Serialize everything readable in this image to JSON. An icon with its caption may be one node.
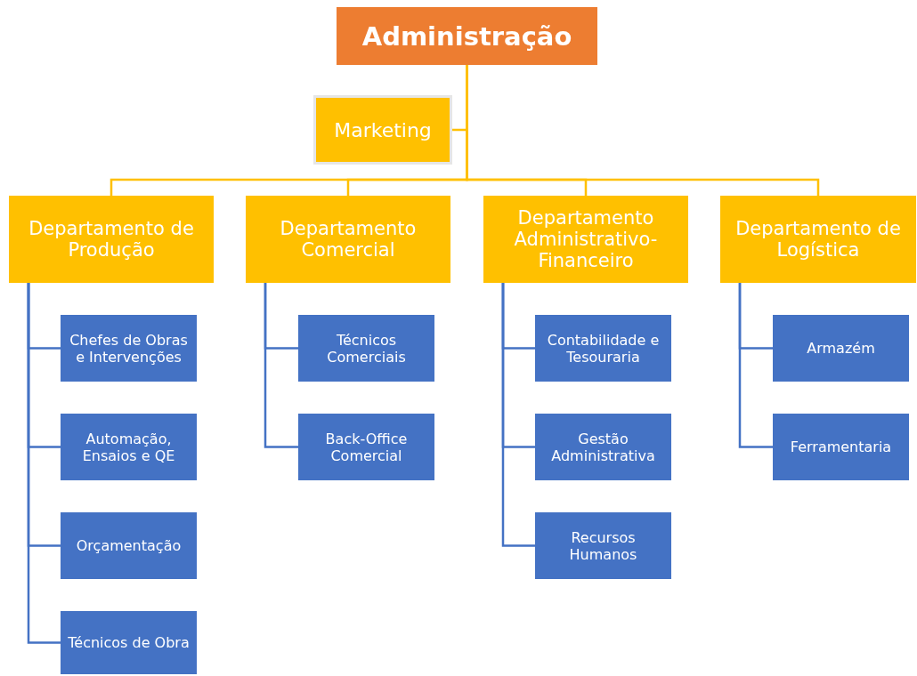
{
  "diagram": {
    "nodes": [
      {
        "text": [
          "Administração"
        ]
      },
      {
        "text": [
          "Marketing"
        ]
      },
      {
        "text": [
          "Departamento de Produção"
        ]
      },
      {
        "text": [
          "Departamento Comercial"
        ]
      },
      {
        "text": [
          "Departamento Administrativo-Financeiro"
        ]
      },
      {
        "text": [
          "Departamento de Logística"
        ]
      },
      {
        "text": [
          "Chefes de Obras e Intervenções"
        ]
      },
      {
        "text": [
          "Automação, Ensaios e QE"
        ]
      },
      {
        "text": [
          "Orçamentação"
        ]
      },
      {
        "text": [
          "Técnicos de Obra"
        ]
      },
      {
        "text": [
          "Técnicos Comerciais"
        ]
      },
      {
        "text": [
          "Back-Office Comercial"
        ]
      },
      {
        "text": [
          "Contabilidade e Tesouraria"
        ]
      },
      {
        "text": [
          "Gestão Administrativa"
        ]
      },
      {
        "text": [
          "Recursos Humanos"
        ]
      },
      {
        "text": [
          "Armazém"
        ]
      },
      {
        "text": [
          "Ferramentaria"
        ]
      }
    ],
    "edges": [
      {
        "from": 0,
        "to": 1,
        "arrow": "none",
        "color": "#ffc000"
      },
      {
        "from": 0,
        "to": 2,
        "arrow": "none",
        "color": "#ffc000"
      },
      {
        "from": 0,
        "to": 3,
        "arrow": "none",
        "color": "#ffc000"
      },
      {
        "from": 0,
        "to": 4,
        "arrow": "none",
        "color": "#ffc000"
      },
      {
        "from": 0,
        "to": 5,
        "arrow": "none",
        "color": "#ffc000"
      },
      {
        "from": 2,
        "to": 6,
        "arrow": "none"
      },
      {
        "from": 2,
        "to": 7,
        "arrow": "none"
      },
      {
        "from": 2,
        "to": 8,
        "arrow": "none"
      },
      {
        "from": 2,
        "to": 9,
        "arrow": "none"
      },
      {
        "from": 3,
        "to": 10,
        "arrow": "none"
      },
      {
        "from": 3,
        "to": 11,
        "arrow": "none"
      },
      {
        "from": 4,
        "to": 12,
        "arrow": "none"
      },
      {
        "from": 4,
        "to": 13,
        "arrow": "none"
      },
      {
        "from": 4,
        "to": 14,
        "arrow": "none"
      },
      {
        "from": 5,
        "to": 15,
        "arrow": "none"
      },
      {
        "from": 5,
        "to": 16,
        "arrow": "none"
      }
    ]
  }
}
